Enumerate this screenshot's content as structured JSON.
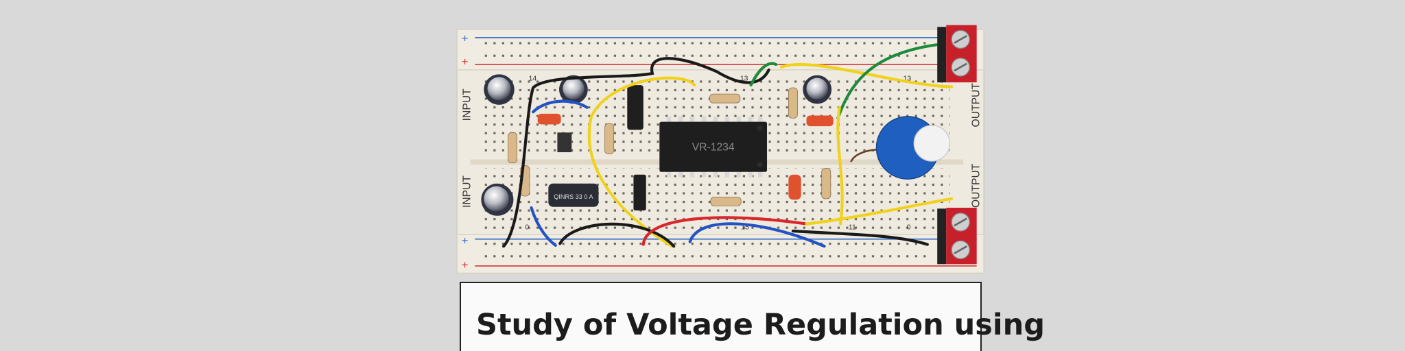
{
  "board": {
    "chip_label": "VR-1234",
    "input_labels": [
      "INPUT",
      "INPUT"
    ],
    "output_labels": [
      "OUTPUT",
      "OUTPUT"
    ],
    "rail_markers": {
      "plus": "+",
      "minus": "+"
    },
    "row_numbers": [
      "14",
      "13",
      "13",
      "15",
      "11",
      "0",
      "0"
    ],
    "capacitor_marking": "QINRS 33 0 A"
  },
  "caption": {
    "text": "Study of Voltage Regulation using"
  },
  "colors": {
    "background": "#d9d9d9",
    "board": "#efeadf",
    "terminal": "#c8202a",
    "pot": "#1f5fc0"
  }
}
